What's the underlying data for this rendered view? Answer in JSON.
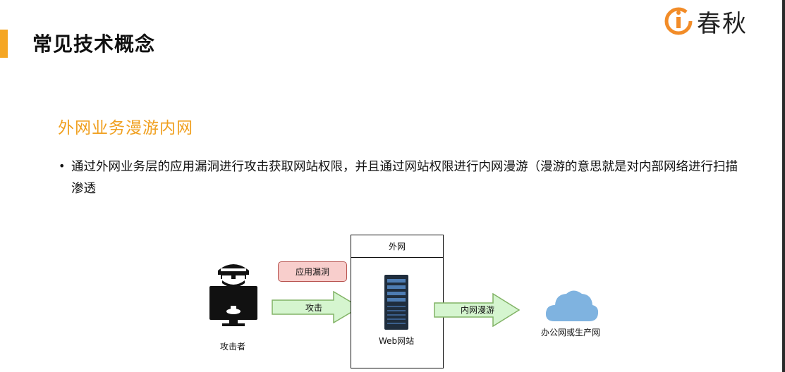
{
  "slide": {
    "title": "常见技术概念",
    "logo_text": "春秋",
    "section_title": "外网业务漫游内网",
    "bullet_text": "通过外网业务层的应用漏洞进行攻击获取网站权限，并且通过网站权限进行内网漫游（漫游的意思就是对内部网络进行扫描渗透"
  },
  "diagram": {
    "attacker_label": "攻击者",
    "vuln_label": "应用漏洞",
    "attack_label": "攻击",
    "zone_label": "外网",
    "server_label": "Web网站",
    "roam_label": "内网漫游",
    "target_label": "办公网或生产网"
  },
  "colors": {
    "accent": "#f5a623",
    "section": "#f0a020",
    "arrow_fill": "#d5f5cf",
    "arrow_stroke": "#82b366",
    "vuln_fill": "#f8cecc",
    "cloud": "#7fb3e0"
  },
  "icons": {
    "logo": "chunqiu-logo-icon",
    "attacker": "hacker-computer-icon",
    "server": "server-rack-icon",
    "cloud": "cloud-icon"
  }
}
